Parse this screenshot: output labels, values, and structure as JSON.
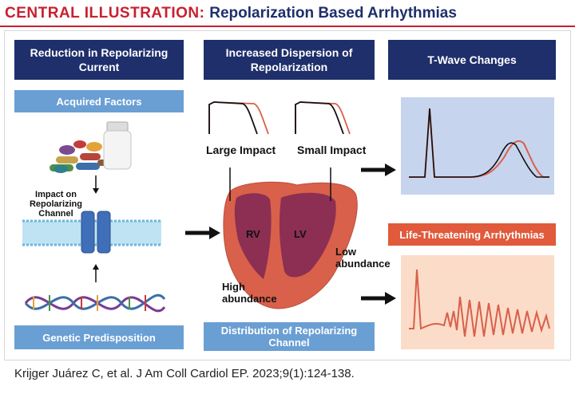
{
  "header": {
    "title_prefix": "CENTRAL ILLUSTRATION:",
    "title_sub": "Repolarization Based Arrhythmias"
  },
  "columns": {
    "col1_title": "Reduction in Repolarizing Current",
    "col2_title": "Increased Dispersion of Repolarization",
    "col3_title": "T-Wave Changes"
  },
  "boxes": {
    "acquired": "Acquired Factors",
    "genetic": "Genetic Predisposition",
    "distribution": "Distribution of Repolarizing Channel",
    "life_threatening": "Life-Threatening Arrhythmias"
  },
  "labels": {
    "impact_on_channel": "Impact on Repolarizing Channel",
    "large_impact": "Large Impact",
    "small_impact": "Small Impact",
    "rv": "RV",
    "lv": "LV",
    "low_abundance": "Low abundance",
    "high_abundance": "High abundance"
  },
  "citation": "Krijger Juárez C, et al. J Am Coll Cardiol EP. 2023;9(1):124-138.",
  "colors": {
    "title_red": "#c8202f",
    "navy": "#1f2f6b",
    "light_blue": "#6a9fd4",
    "orange_red": "#e05a3b",
    "heart": "#d9604a"
  }
}
